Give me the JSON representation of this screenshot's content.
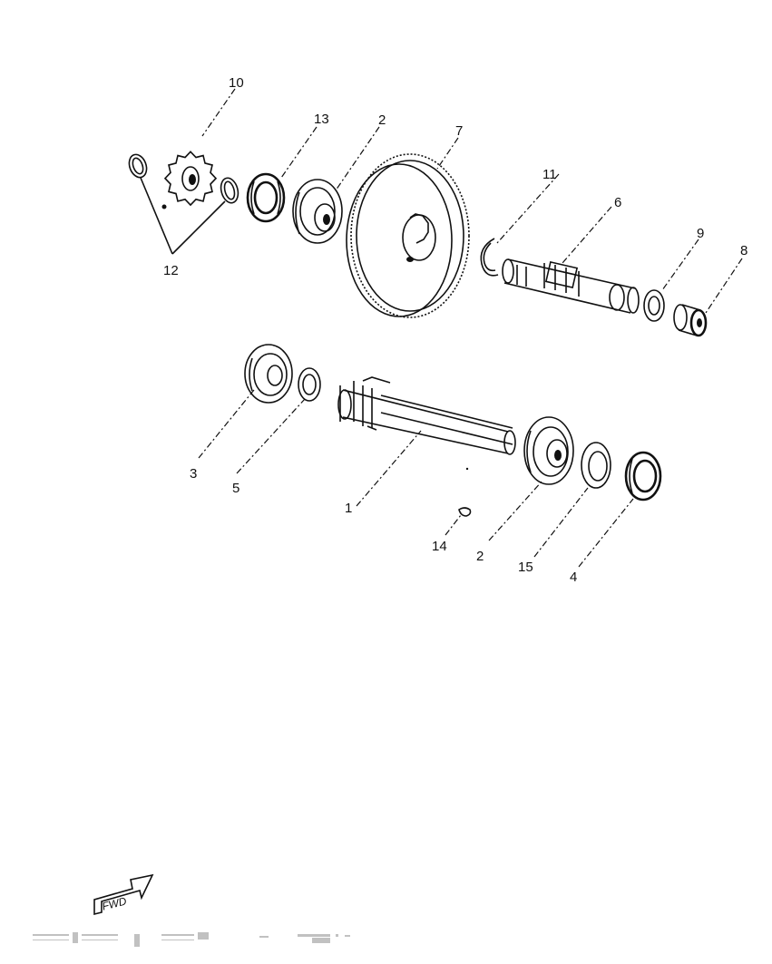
{
  "diagram": {
    "labels": {
      "p1": "1",
      "p2a": "2",
      "p2b": "2",
      "p3": "3",
      "p4": "4",
      "p5": "5",
      "p6": "6",
      "p7": "7",
      "p8": "8",
      "p9": "9",
      "p10": "10",
      "p11": "11",
      "p12": "12",
      "p13": "13",
      "p14": "14",
      "p15": "15"
    },
    "fwd_label": "FWD"
  }
}
